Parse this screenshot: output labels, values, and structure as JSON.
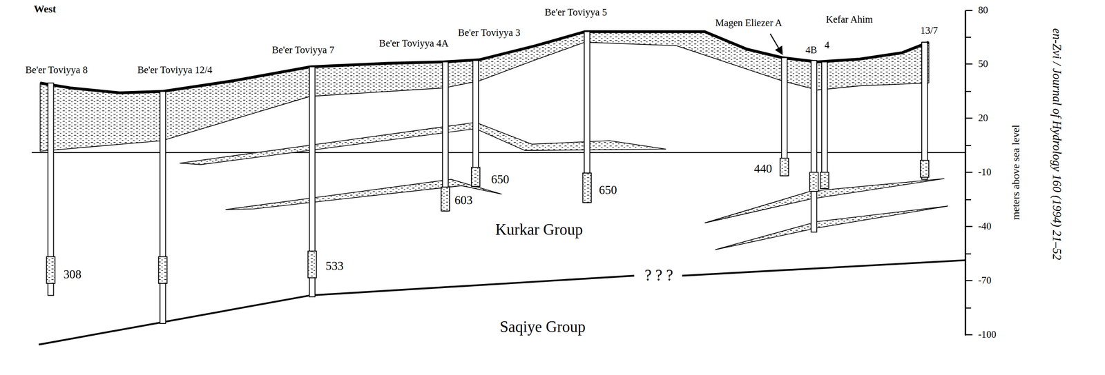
{
  "diagram": {
    "labels": [
      "West",
      "Be'er Toviyya 8",
      "Be'er Toviyya 12/4",
      "Be'er Toviyya 7",
      "Be'er Toviyya 4A",
      "Be'er Toviyya 3",
      "Be'er Toviyya 5",
      "Magen Eliezer A",
      "4B",
      "4",
      "Kefar Ahim",
      "13/7",
      "308",
      "533",
      "603",
      "650",
      "650",
      "440",
      "Kurkar Group",
      "Saqiye Group",
      "? ? ?",
      "80",
      "50",
      "20",
      "-10",
      "-40",
      "-70",
      "-100",
      "meters above sea level",
      "en-Zvi / Journal of Hydrology 160 (1994) 21–52"
    ]
  }
}
